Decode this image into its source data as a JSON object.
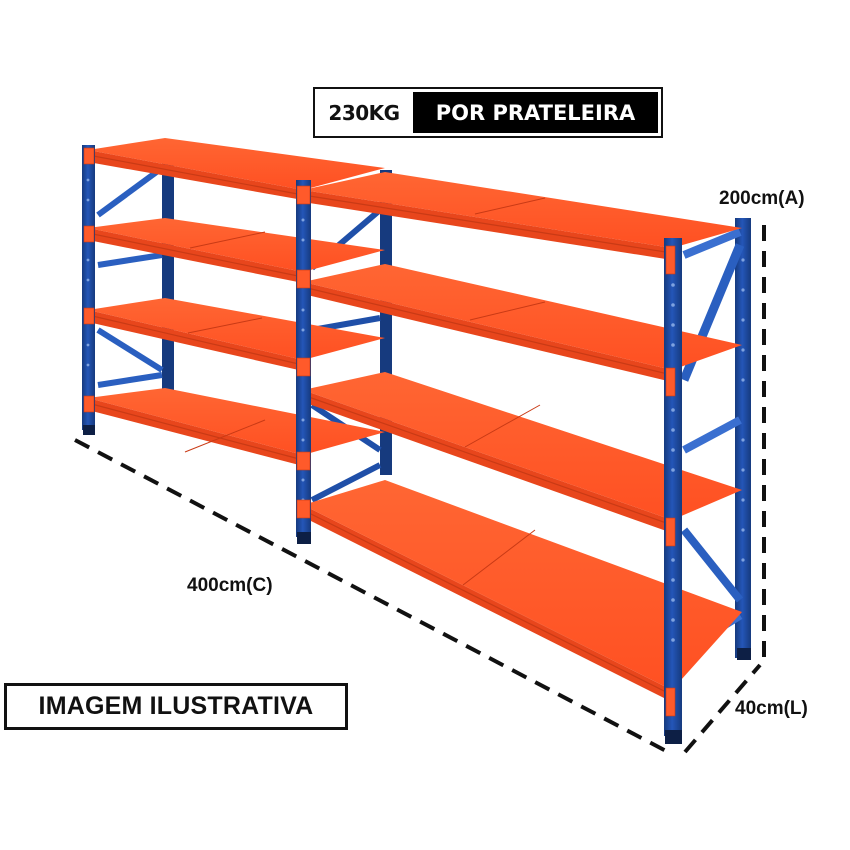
{
  "product": {
    "type": "steel shelving rack",
    "units": 2,
    "shelves_per_unit": 4,
    "colors": {
      "frame": "#1f4fa8",
      "frame_dark": "#163a7e",
      "frame_light": "#3a6fd0",
      "shelf": "#ff5a2a",
      "shelf_edge": "#e8461c",
      "shelf_dark": "#c93a15",
      "dimension_line": "#111111"
    }
  },
  "badges": {
    "capacity_weight": "230KG",
    "capacity_per": "POR PRATELEIRA",
    "illustrative": "IMAGEM ILUSTRATIVA"
  },
  "dimensions": {
    "height": "200cm(A)",
    "length": "400cm(C)",
    "depth": "40cm(L)"
  }
}
